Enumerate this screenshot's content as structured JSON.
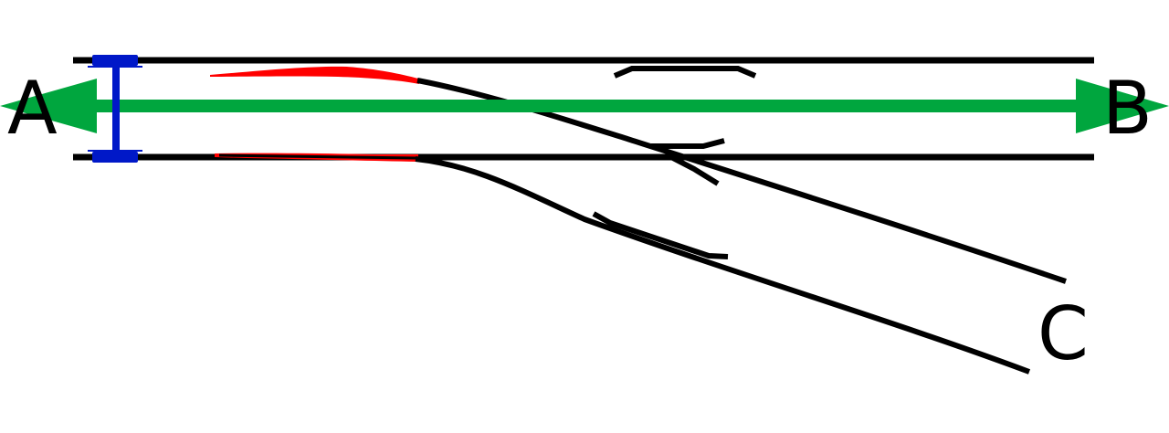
{
  "labels": {
    "a": "A",
    "b": "B",
    "c": "C"
  },
  "colors": {
    "background": "#ffffff",
    "rail": "#000000",
    "switch_blade": "#ff0000",
    "route_arrow": "#00a63e",
    "gauge_marker": "#0018c8"
  }
}
